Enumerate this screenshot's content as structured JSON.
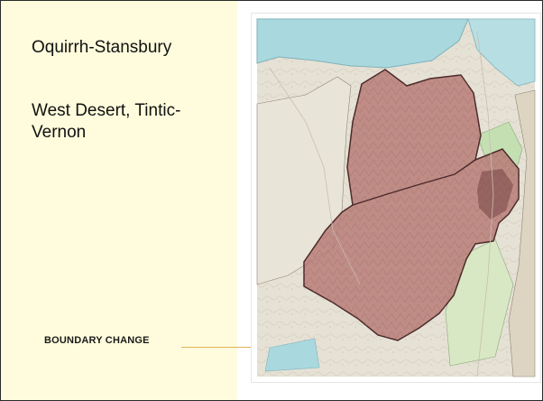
{
  "slide": {
    "bullets": [
      "Oquirrh-Stansbury",
      "West Desert, Tintic-Vernon"
    ],
    "footer_label": "BOUNDARY CHANGE"
  },
  "map": {
    "regions": [
      "Oquirrh-Stansbury",
      "West Desert, Tintic-Vernon"
    ],
    "colors": {
      "terrain": "#e6e1d5",
      "water": "#a9d8de",
      "boundary_fill": "#b87c78",
      "boundary_line": "#4a2a2a",
      "wetland": "#c4dfb2",
      "ag_land": "#d9e8c4"
    }
  },
  "theme": {
    "panel_bg": "#fefcdc",
    "accent_line": "#e2b35a"
  }
}
